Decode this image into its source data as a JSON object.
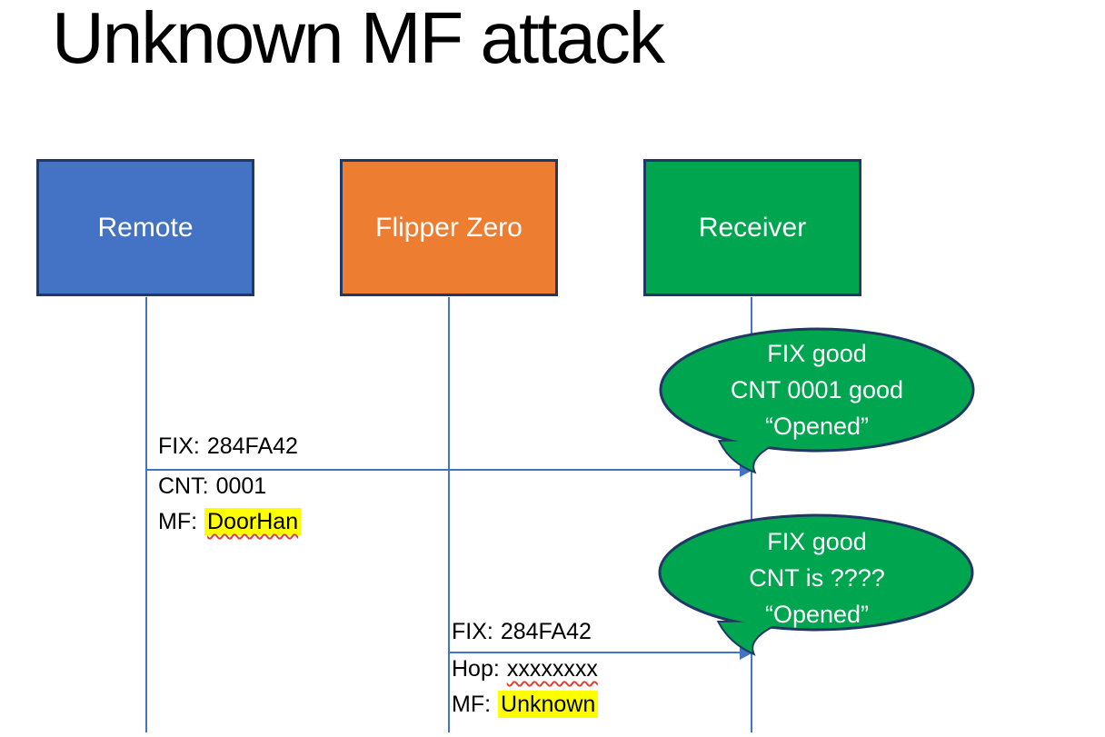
{
  "title": "Unknown MF attack",
  "actors": [
    {
      "label": "Remote"
    },
    {
      "label": "Flipper Zero"
    },
    {
      "label": "Receiver"
    }
  ],
  "messages": [
    {
      "fix_label": "FIX:",
      "fix_value": "284FA42",
      "l2_label": "CNT:",
      "l2_value": "0001",
      "mf_label": "MF:",
      "mf_value": "DoorHan"
    },
    {
      "fix_label": "FIX:",
      "fix_value": "284FA42",
      "l2_label": "Hop:",
      "l2_value": "xxxxxxxx",
      "mf_label": "MF:",
      "mf_value": "Unknown"
    }
  ],
  "bubbles": [
    {
      "line1": "FIX good",
      "line2": "CNT 0001 good",
      "line3": "“Opened”"
    },
    {
      "line1": "FIX good",
      "line2": "CNT is ????",
      "line3": "“Opened”"
    }
  ],
  "colors": {
    "remote_fill": "#4472C4",
    "flipper_fill": "#ED7D31",
    "receiver_fill": "#00A550",
    "bubble_fill": "#00A550",
    "shape_outline": "#1F3864",
    "connector_blue": "#4472C4",
    "highlight_yellow": "#FFFF00",
    "spellcheck_red": "#E0432D",
    "title_text": "#000000",
    "actor_text": "#FFFFFF"
  }
}
